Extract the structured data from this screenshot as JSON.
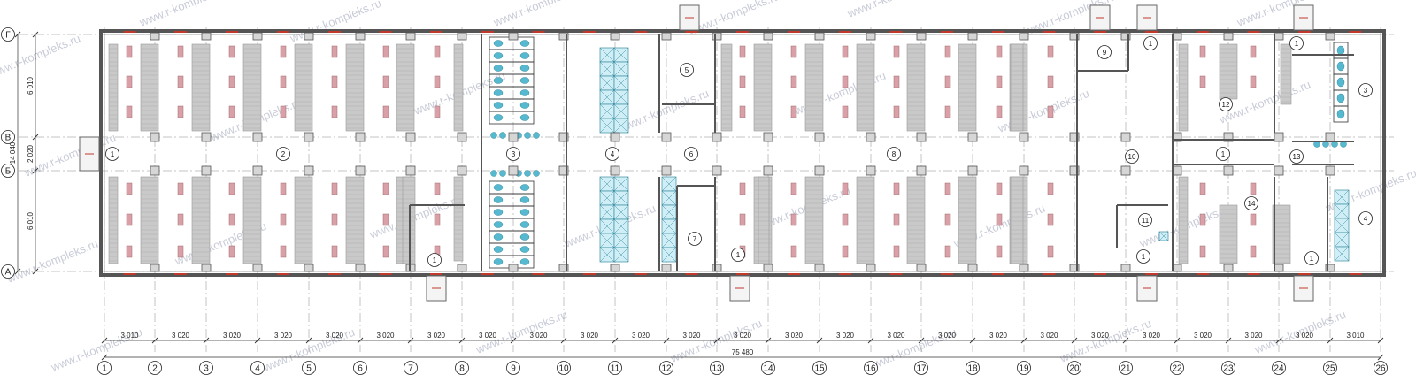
{
  "watermark": "www.r-kompleks.ru",
  "axes_vertical": [
    "1",
    "2",
    "3",
    "4",
    "5",
    "6",
    "7",
    "8",
    "9",
    "10",
    "11",
    "12",
    "13",
    "14",
    "15",
    "16",
    "17",
    "18",
    "19",
    "20",
    "21",
    "22",
    "23",
    "24",
    "25",
    "26"
  ],
  "axes_horizontal": [
    "Г",
    "В",
    "Б",
    "А"
  ],
  "bay_widths": [
    "3 010",
    "3 020",
    "3 020",
    "3 020",
    "3 020",
    "3 020",
    "3 020",
    "3 020",
    "3 020",
    "3 020",
    "3 020",
    "3 020",
    "3 020",
    "3 020",
    "3 020",
    "3 020",
    "3 020",
    "3 020",
    "3 020",
    "3 020",
    "3 020",
    "3 020",
    "3 020",
    "3 020",
    "3 010"
  ],
  "total_length": "75 480",
  "row_widths": [
    "6 010",
    "2 020",
    "6 010"
  ],
  "total_width": "14 040",
  "room_numbers": [
    "1",
    "2",
    "3",
    "4",
    "5",
    "6",
    "7",
    "1",
    "8",
    "9",
    "1",
    "10",
    "11",
    "1",
    "12",
    "1",
    "13",
    "14",
    "1",
    "3",
    "4",
    "1"
  ],
  "colors": {
    "wall": "#555555",
    "bed": "#c9c9c9",
    "locker": "#d9a0a7",
    "sanitary": "#56b9cf",
    "shower": "#cfeef5",
    "door": "#c0392b"
  }
}
